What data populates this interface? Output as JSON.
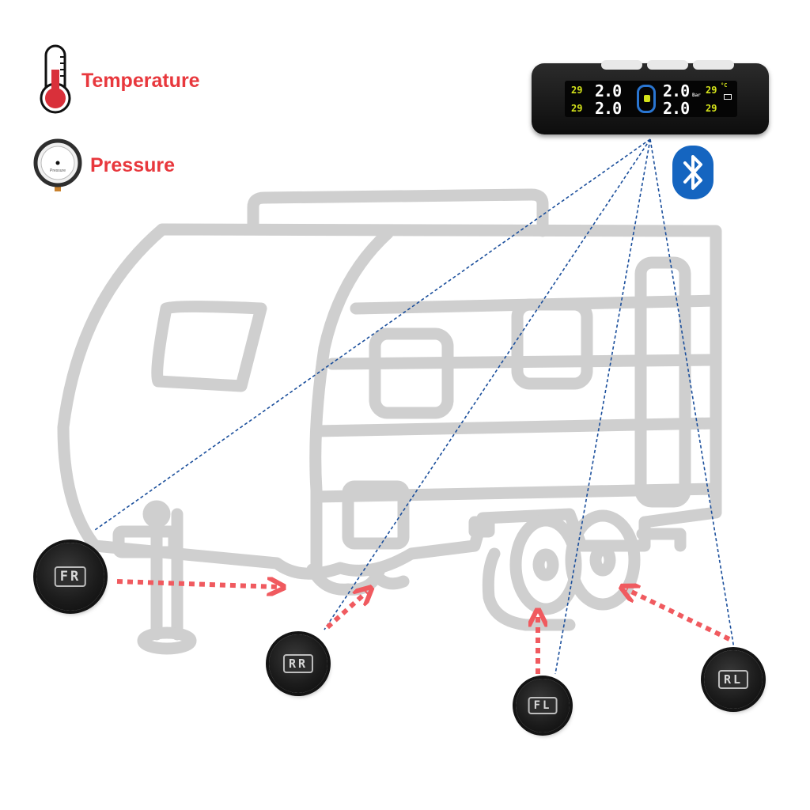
{
  "legend": {
    "temperature_label": "Temperature",
    "pressure_label": "Pressure",
    "gauge_face_text": "Pressure",
    "temperature_icon": "thermometer-icon",
    "pressure_icon": "pressure-gauge-icon"
  },
  "monitor": {
    "temps": [
      "29",
      "29",
      "29",
      "29"
    ],
    "pressures": [
      "2.0",
      "2.0",
      "2.0",
      "2.0"
    ],
    "unit": "Bar",
    "deg": "°C",
    "center_icon": "tire-icon",
    "battery_icon": "battery-icon"
  },
  "bluetooth_icon": "bluetooth-icon",
  "sensors": {
    "fr": "FR",
    "rr": "RR",
    "fl": "FL",
    "rl": "RL"
  },
  "colors": {
    "accent": "#e8383d",
    "link_line": "#1b4f9c",
    "bluetooth": "#1565c0",
    "trailer_outline": "#cfcfcf"
  }
}
